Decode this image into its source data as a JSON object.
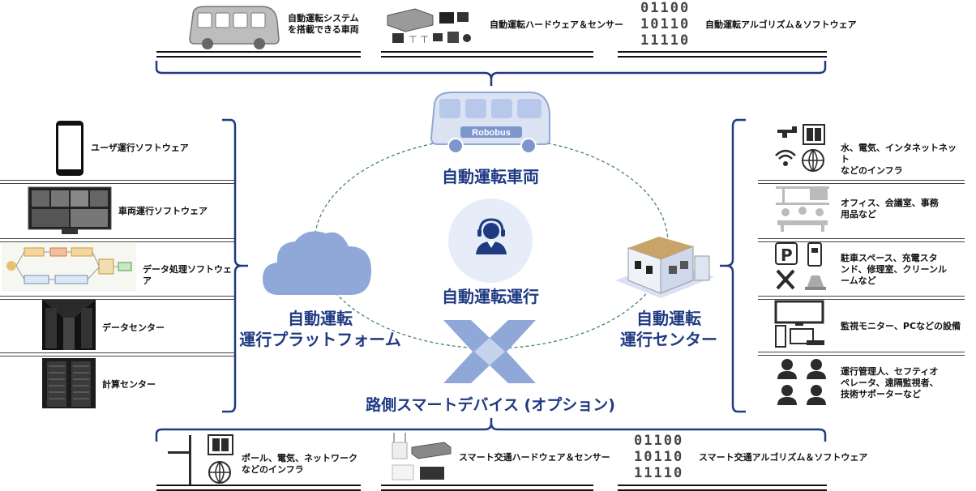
{
  "top": {
    "vehicle_label": "自動運転システム\nを搭載できる車両",
    "hardware_label": "自動運転ハードウェア＆センサー",
    "algo_label": "自動運転アルゴリズム＆ソフトウェア",
    "binary": [
      "01100",
      "10110",
      "11110"
    ]
  },
  "center": {
    "bus_text": "Robobus",
    "vehicle_title": "自動運転車両",
    "operation_title": "自動運転運行",
    "platform_title": "自動運転\n運行プラットフォーム",
    "center_title": "自動運転\n運行センター",
    "roadside_title": "路側スマートデバイス (オプション)"
  },
  "left": {
    "items": [
      {
        "label": "ユーザ運行ソフトウェア"
      },
      {
        "label": "車両運行ソフトウェア"
      },
      {
        "label": "データ処理ソフトウェア"
      },
      {
        "label": "データセンター"
      },
      {
        "label": "計算センター"
      }
    ]
  },
  "right": {
    "items": [
      {
        "label": "水、電気、インタネットネット\nなどのインフラ"
      },
      {
        "label": "オフィス、会議室、事務\n用品など"
      },
      {
        "label": "駐車スペース、充電スタ\nンド、修理室、クリーンル\nームなど"
      },
      {
        "label": "監視モニター、PCなどの設備"
      },
      {
        "label": "運行管理人、セフティオ\nペレータ、遠隔監視者、\n技術サポーターなど"
      }
    ]
  },
  "bottom": {
    "infra_label": "ポール、電気、ネットワーク\nなどのインフラ",
    "hardware_label": "スマート交通ハードウェア＆センサー",
    "algo_label": "スマート交通アルゴリズム＆ソフトウェア",
    "binary": [
      "01100",
      "10110",
      "11110"
    ]
  },
  "colors": {
    "accent": "#1f3a82",
    "light": "#8fa8d8",
    "pale": "#e6ecf8",
    "icon": "#2b2b2b"
  }
}
